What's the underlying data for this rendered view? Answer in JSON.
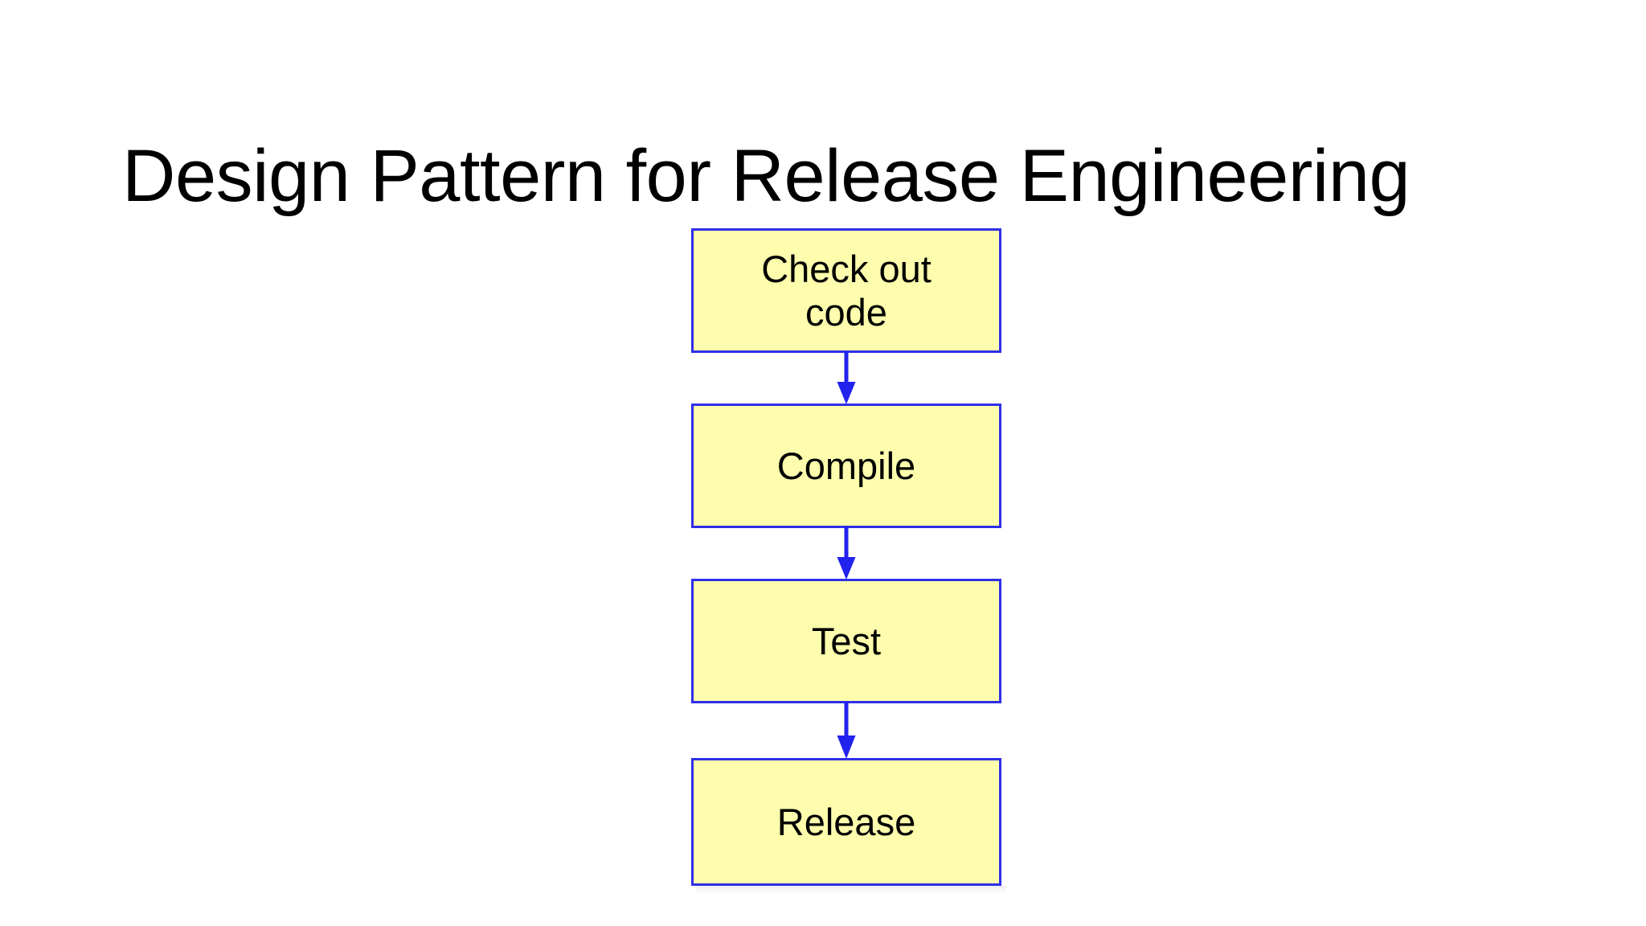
{
  "slide": {
    "title": "Design Pattern for Release Engineering",
    "background_color": "#ffffff"
  },
  "diagram": {
    "type": "flowchart",
    "orientation": "vertical",
    "node_fill_color": "#fdfdad",
    "node_border_color": "#2f2fe8",
    "arrow_color": "#2222ee",
    "text_color": "#000000",
    "nodes": [
      {
        "id": "check-out-code",
        "label": "Check out\ncode",
        "label_line1": "Check out",
        "label_line2": "code"
      },
      {
        "id": "compile",
        "label": "Compile"
      },
      {
        "id": "test",
        "label": "Test"
      },
      {
        "id": "release",
        "label": "Release"
      }
    ],
    "edges": [
      {
        "from": "check-out-code",
        "to": "compile",
        "style": "arrow-down"
      },
      {
        "from": "compile",
        "to": "test",
        "style": "arrow-down"
      },
      {
        "from": "test",
        "to": "release",
        "style": "arrow-down"
      }
    ]
  }
}
